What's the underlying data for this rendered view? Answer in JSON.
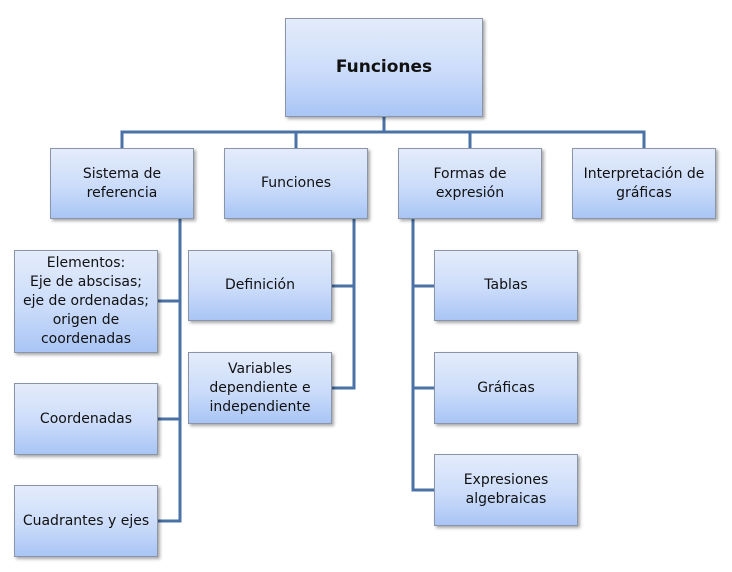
{
  "diagram": {
    "type": "hierarchy-chart",
    "root": {
      "id": "root",
      "label": "Funciones"
    },
    "branches": [
      {
        "id": "sistema",
        "label": "Sistema de\nreferencia",
        "children": [
          {
            "id": "elementos",
            "label": "Elementos:\nEje de abscisas;\neje de ordenadas;\norigen de\ncoordenadas"
          },
          {
            "id": "coordenadas",
            "label": "Coordenadas"
          },
          {
            "id": "cuadrantes",
            "label": "Cuadrantes y ejes"
          }
        ]
      },
      {
        "id": "funciones",
        "label": "Funciones",
        "children": [
          {
            "id": "definicion",
            "label": "Definición"
          },
          {
            "id": "variables",
            "label": "Variables\ndependiente e\nindependiente"
          }
        ]
      },
      {
        "id": "formas",
        "label": "Formas de\nexpresión",
        "children": [
          {
            "id": "tablas",
            "label": "Tablas"
          },
          {
            "id": "graficas",
            "label": "Gráficas"
          },
          {
            "id": "expresiones",
            "label": "Expresiones\nalgebraicas"
          }
        ]
      },
      {
        "id": "interpretacion",
        "label": "Interpretación de\ngráficas",
        "children": []
      }
    ],
    "colors": {
      "connector": "#4a72a6",
      "box_top": "#e4ecfb",
      "box_bottom": "#a9c5f5",
      "box_border": "#8a96a8",
      "text": "#111111"
    }
  }
}
